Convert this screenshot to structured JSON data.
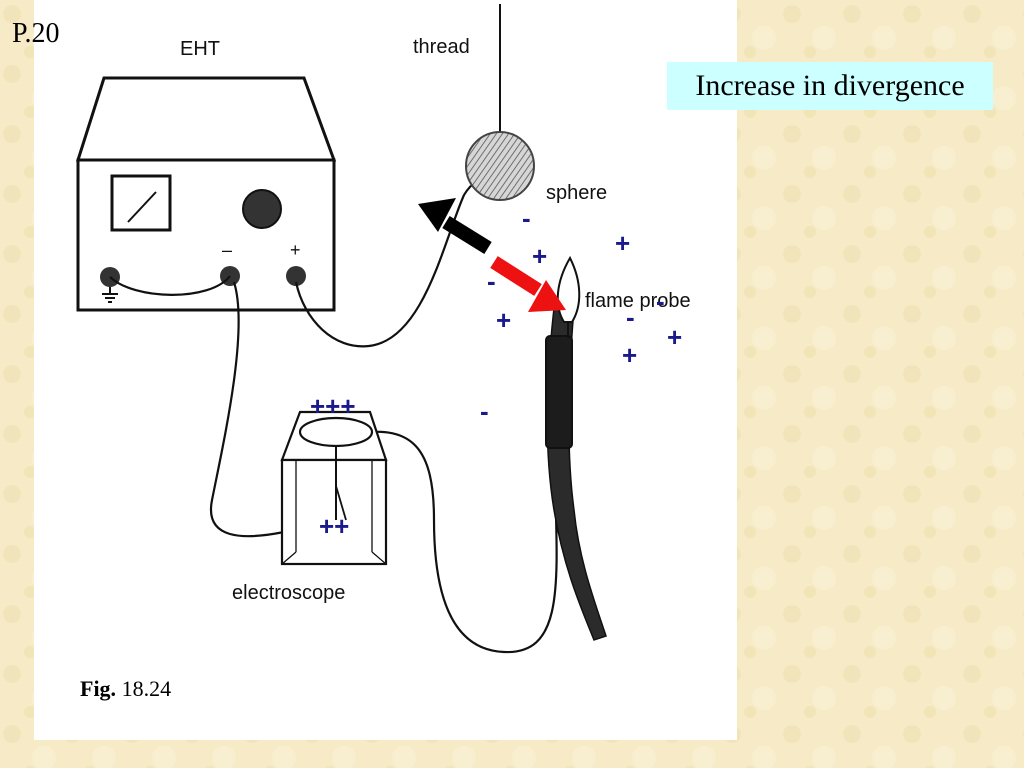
{
  "page": {
    "number": "P.20"
  },
  "callout": {
    "text": "Increase in divergence"
  },
  "labels": {
    "eht": "EHT",
    "thread": "thread",
    "sphere": "sphere",
    "flame_probe": "flame probe",
    "electroscope": "electroscope",
    "terminal_minus": "–",
    "terminal_plus": "+"
  },
  "charges": {
    "cap_top": "+++",
    "leaf": "++",
    "plus": "+",
    "minus": "-"
  },
  "caption": {
    "prefix": "Fig.",
    "number": "18.24"
  },
  "colors": {
    "background": "#f6ebc6",
    "callout_bg": "#ccffff",
    "charge": "#1a1a8c",
    "arrow_red": "#ee1111",
    "arrow_black": "#000000"
  }
}
